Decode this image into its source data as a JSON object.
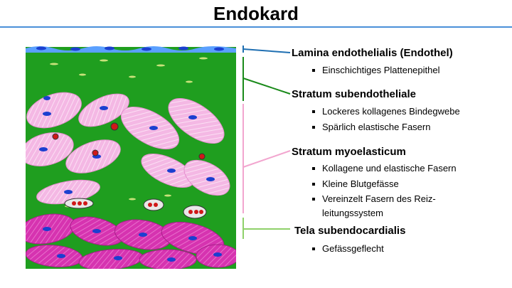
{
  "title": "Endokard",
  "colors": {
    "accent_line": "#4a90d9",
    "endothel_bracket": "#1f6fb2",
    "subendothel_bracket": "#1a8a1a",
    "myoelast_bracket": "#f2a6cf",
    "subendocard_bracket": "#8fd16a"
  },
  "layers": [
    {
      "name": "Lamina endothelialis (Endothel)",
      "items": [
        "Einschichtiges Plattenepithel"
      ]
    },
    {
      "name": "Stratum subendotheliale",
      "items": [
        "Lockeres kollagenes Bindegwebe",
        "Spärlich elastische Fasern"
      ]
    },
    {
      "name": "Stratum myoelasticum",
      "items": [
        "Kollagene und elastische Fasern",
        "Kleine Blutgefässe",
        "Vereinzelt Fasern des Reiz-",
        "leitungssystem"
      ]
    },
    {
      "name": "Tela subendocardialis",
      "items": [
        "Gefässgeflecht"
      ]
    }
  ]
}
